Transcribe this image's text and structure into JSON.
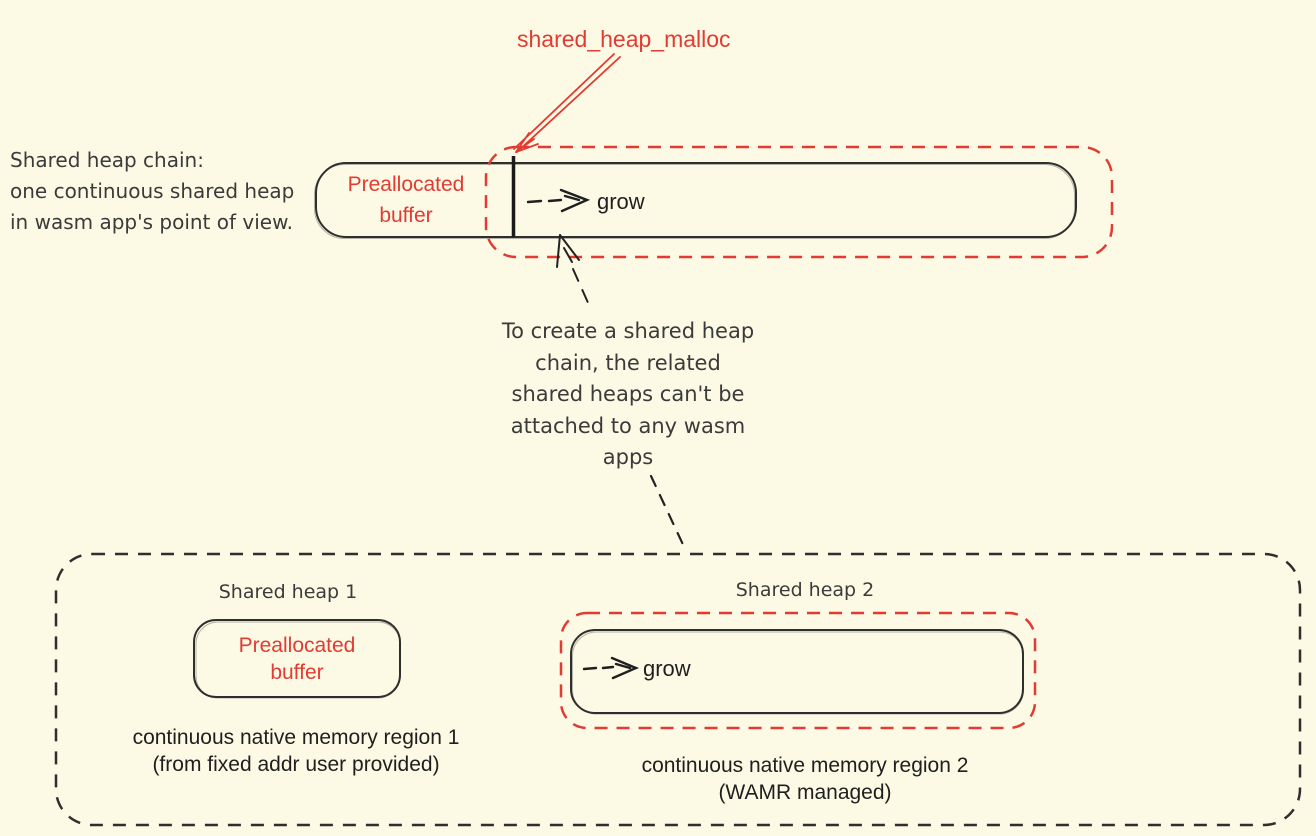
{
  "colors": {
    "background": "#FCF9E4",
    "red_accent": "#E23B33",
    "stroke": "#2F2F2F",
    "text_dark": "#3B3B3B",
    "text_black": "#1F1F1F"
  },
  "annotations": {
    "malloc_label": "shared_heap_malloc",
    "chain_note": {
      "line1": "Shared heap chain:",
      "line2": "one continuous shared heap",
      "line3": "in wasm app's point of view."
    },
    "create_note": {
      "line1": "To create a shared heap",
      "line2": "chain, the related",
      "line3": "shared heaps can't be",
      "line4": "attached to any wasm",
      "line5": "apps"
    }
  },
  "heap_chain": {
    "preallocated_line1": "Preallocated",
    "preallocated_line2": "buffer",
    "grow_label": "grow"
  },
  "regions": {
    "shared_heap_1": {
      "title": "Shared heap 1",
      "box_line1": "Preallocated",
      "box_line2": "buffer",
      "caption_line1": "continuous native memory region 1",
      "caption_line2": "(from fixed addr user provided)"
    },
    "shared_heap_2": {
      "title": "Shared heap 2",
      "grow_label": "grow",
      "caption_line1": "continuous native memory region 2",
      "caption_line2": "(WAMR managed)"
    }
  }
}
